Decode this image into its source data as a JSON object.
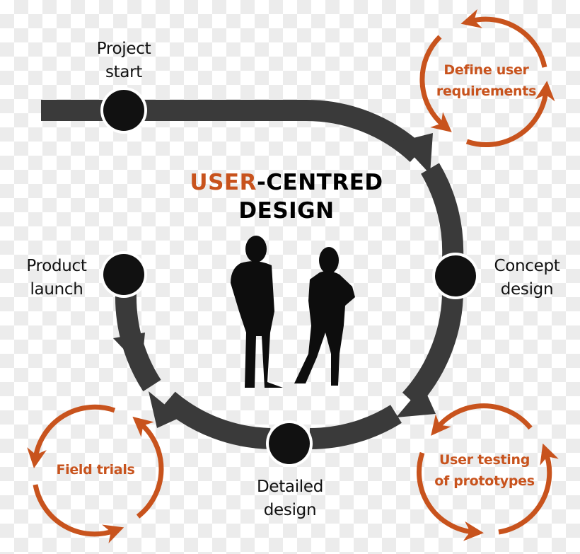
{
  "title": {
    "accent_part": "USER",
    "rest_line1": "-CENTRED",
    "line2": "DESIGN"
  },
  "colors": {
    "accent": "#c8531d",
    "path": "#3a3a3a",
    "node": "#111111",
    "text": "#111111",
    "background_check": "#ececec"
  },
  "stages": [
    {
      "id": "project-start",
      "line1": "Project",
      "line2": "start"
    },
    {
      "id": "concept-design",
      "line1": "Concept",
      "line2": "design"
    },
    {
      "id": "detailed-design",
      "line1": "Detailed",
      "line2": "design"
    },
    {
      "id": "product-launch",
      "line1": "Product",
      "line2": "launch"
    }
  ],
  "cycles": [
    {
      "id": "define-user-requirements",
      "line1": "Define user",
      "line2": "requirements"
    },
    {
      "id": "user-testing-of-prototypes",
      "line1": "User testing",
      "line2": "of prototypes"
    },
    {
      "id": "field-trials",
      "line1": "Field trials",
      "line2": ""
    }
  ],
  "figures": [
    "man-silhouette",
    "woman-silhouette"
  ]
}
